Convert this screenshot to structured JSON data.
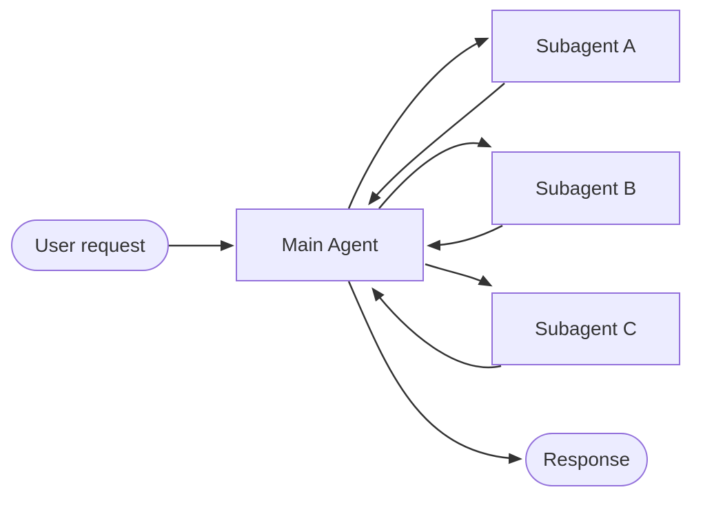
{
  "diagram": {
    "type": "flowchart",
    "colors": {
      "background": "#ffffff",
      "node_fill": "#ECECFF",
      "node_border": "#9370DB",
      "edge": "#333333",
      "text": "#333333"
    },
    "nodes": {
      "user_request": {
        "label": "User request",
        "shape": "stadium"
      },
      "main_agent": {
        "label": "Main Agent",
        "shape": "rectangle"
      },
      "subagent_a": {
        "label": "Subagent A",
        "shape": "rectangle"
      },
      "subagent_b": {
        "label": "Subagent B",
        "shape": "rectangle"
      },
      "subagent_c": {
        "label": "Subagent C",
        "shape": "rectangle"
      },
      "response": {
        "label": "Response",
        "shape": "stadium"
      }
    },
    "edges": [
      {
        "from": "user_request",
        "to": "main_agent"
      },
      {
        "from": "main_agent",
        "to": "subagent_a"
      },
      {
        "from": "subagent_a",
        "to": "main_agent"
      },
      {
        "from": "main_agent",
        "to": "subagent_b"
      },
      {
        "from": "subagent_b",
        "to": "main_agent"
      },
      {
        "from": "main_agent",
        "to": "subagent_c"
      },
      {
        "from": "subagent_c",
        "to": "main_agent"
      },
      {
        "from": "main_agent",
        "to": "response"
      }
    ]
  }
}
